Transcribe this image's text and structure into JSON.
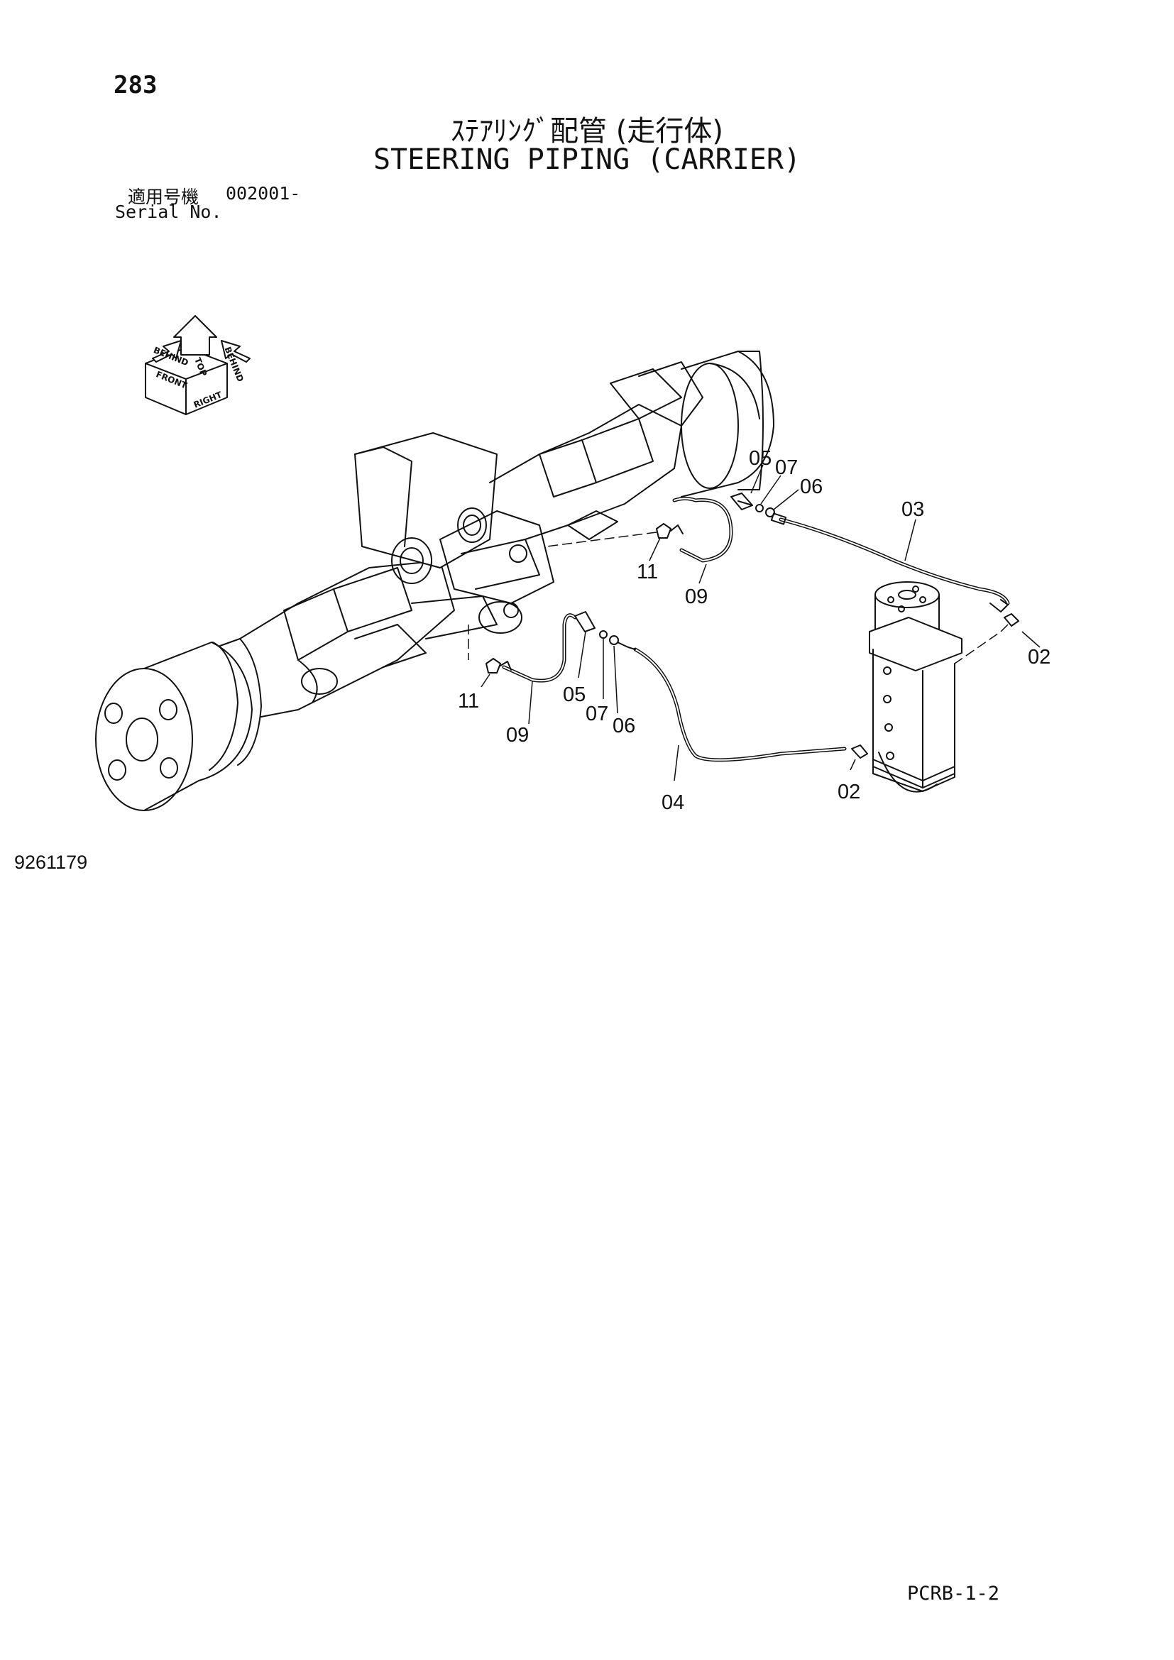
{
  "header": {
    "page_number": "283",
    "title_jp": "ｽﾃｱﾘﾝｸﾞ配管 (走行体)",
    "title_en": "STEERING PIPING (CARRIER)",
    "serial_label_jp": "適用号機",
    "serial_value": "002001-",
    "serial_label_en": "Serial No."
  },
  "orientation_marker": {
    "front": "FRONT",
    "top": "TOP",
    "right": "RIGHT",
    "behind_left": "BEHIND",
    "behind_right": "BEHIND"
  },
  "callouts": {
    "c02a": "02",
    "c02b": "02",
    "c03": "03",
    "c04": "04",
    "c05a": "05",
    "c05b": "05",
    "c06a": "06",
    "c06b": "06",
    "c07a": "07",
    "c07b": "07",
    "c09a": "09",
    "c09b": "09",
    "c11a": "11",
    "c11b": "11"
  },
  "footer": {
    "drawing_number": "9261179",
    "sheet_ref": "PCRB-1-2"
  }
}
